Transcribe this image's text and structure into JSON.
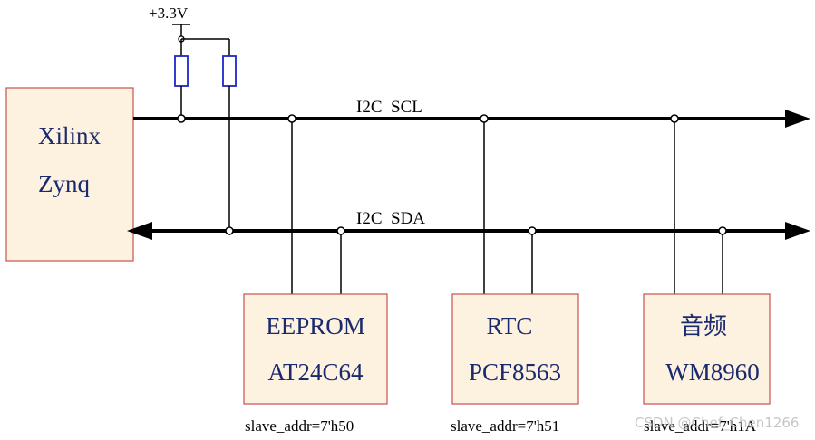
{
  "power": {
    "label": "+3.3V"
  },
  "buses": {
    "scl": {
      "label": "I2C  SCL"
    },
    "sda": {
      "label": "I2C  SDA"
    }
  },
  "controller": {
    "line1": "Xilinx",
    "line2": "Zynq"
  },
  "devices": [
    {
      "id": "eeprom",
      "line1": "EEPROM",
      "line2": "AT24C64",
      "addr": "slave_addr=7'h50"
    },
    {
      "id": "rtc",
      "line1": "RTC",
      "line2": "PCF8563",
      "addr": "slave_addr=7'h51"
    },
    {
      "id": "audio",
      "line1": "音频",
      "line2": "WM8960",
      "addr": "slave_addr=7'h1A"
    }
  ],
  "watermark": {
    "text": "CSDN @Chef_Chen1266"
  },
  "colors": {
    "box_fill": "#fdf1df",
    "box_stroke": "#c9524f",
    "text_blue": "#1a2a6e",
    "wire": "#000000",
    "resistor": "#1b27c9"
  }
}
